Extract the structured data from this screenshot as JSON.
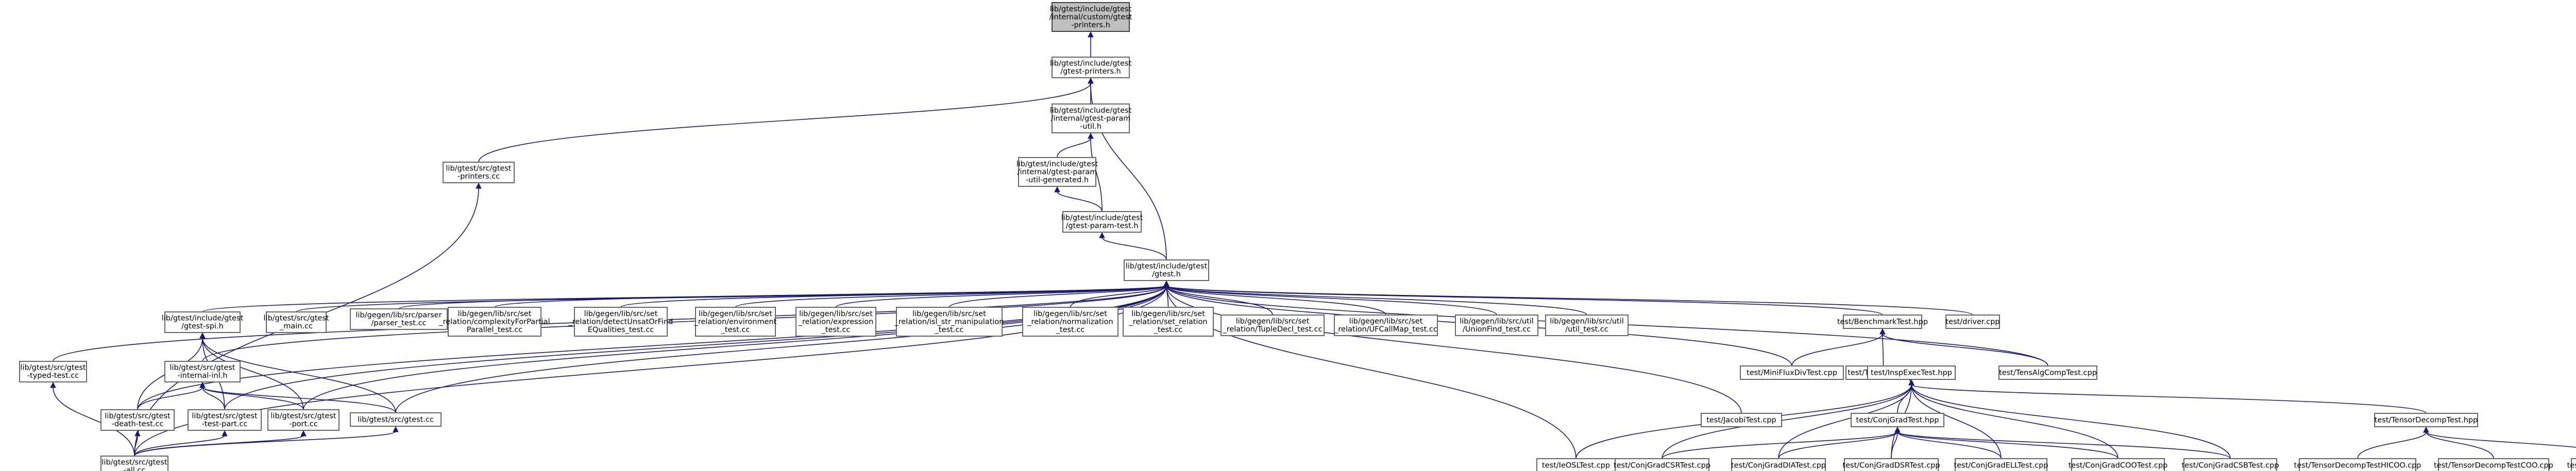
{
  "diagram": {
    "type": "include-dependency-graph",
    "colors": {
      "edge": "#191970",
      "node_border": "#666666",
      "root_fill": "#bfbfbf",
      "node_fill": "#ffffff"
    },
    "nodes": [
      {
        "id": "n0",
        "lines": [
          "lib/gtest/include/gtest",
          "/internal/custom/gtest",
          "-printers.h"
        ],
        "root": true
      },
      {
        "id": "n1",
        "lines": [
          "lib/gtest/include/gtest",
          "/gtest-printers.h"
        ]
      },
      {
        "id": "n2",
        "lines": [
          "lib/gtest/include/gtest",
          "/internal/gtest-param",
          "-util.h"
        ]
      },
      {
        "id": "n3",
        "lines": [
          "lib/gtest/src/gtest",
          "-printers.cc"
        ]
      },
      {
        "id": "n4",
        "lines": [
          "lib/gtest/include/gtest",
          "/internal/gtest-param",
          "-util-generated.h"
        ]
      },
      {
        "id": "n5",
        "lines": [
          "lib/gtest/include/gtest",
          "/gtest-param-test.h"
        ]
      },
      {
        "id": "n6",
        "lines": [
          "lib/gtest/include/gtest",
          "/gtest.h"
        ]
      },
      {
        "id": "n7",
        "lines": [
          "lib/gtest/include/gtest",
          "/gtest-spi.h"
        ]
      },
      {
        "id": "n8",
        "lines": [
          "lib/gtest/src/gtest",
          "_main.cc"
        ]
      },
      {
        "id": "n9",
        "lines": [
          "lib/gtest/src/gtest",
          "-typed-test.cc"
        ]
      },
      {
        "id": "n10",
        "lines": [
          "lib/gtest/src/gtest",
          "-internal-inl.h"
        ]
      },
      {
        "id": "n11",
        "lines": [
          "lib/gtest/src/gtest",
          "-death-test.cc"
        ]
      },
      {
        "id": "n12",
        "lines": [
          "lib/gtest/src/gtest",
          "-test-part.cc"
        ]
      },
      {
        "id": "n13",
        "lines": [
          "lib/gtest/src/gtest",
          "-port.cc"
        ]
      },
      {
        "id": "n14",
        "lines": [
          "lib/gtest/src/gtest.cc"
        ]
      },
      {
        "id": "n15",
        "lines": [
          "lib/gtest/src/gtest",
          "-all.cc"
        ]
      },
      {
        "id": "n16",
        "lines": [
          "lib/gegen/lib/src/parser",
          "/parser_test.cc"
        ]
      },
      {
        "id": "n17",
        "lines": [
          "lib/gegen/lib/src/set",
          "_relation/complexityForPartial",
          "Parallel_test.cc"
        ]
      },
      {
        "id": "n18",
        "lines": [
          "lib/gegen/lib/src/set",
          "_relation/detectUnsatOrFind",
          "EQualities_test.cc"
        ]
      },
      {
        "id": "n19",
        "lines": [
          "lib/gegen/lib/src/set",
          "_relation/environment",
          "_test.cc"
        ]
      },
      {
        "id": "n20",
        "lines": [
          "lib/gegen/lib/src/set",
          "_relation/expression",
          "_test.cc"
        ]
      },
      {
        "id": "n21",
        "lines": [
          "lib/gegen/lib/src/set",
          "_relation/isl_str_manipulation",
          "_test.cc"
        ]
      },
      {
        "id": "n22",
        "lines": [
          "lib/gegen/lib/src/set",
          "_relation/normalization",
          "_test.cc"
        ]
      },
      {
        "id": "n23",
        "lines": [
          "lib/gegen/lib/src/set",
          "_relation/set_relation",
          "_test.cc"
        ]
      },
      {
        "id": "n24",
        "lines": [
          "lib/gegen/lib/src/set",
          "_relation/TupleDecl_test.cc"
        ]
      },
      {
        "id": "n25",
        "lines": [
          "lib/gegen/lib/src/set",
          "_relation/UFCallMap_test.cc"
        ]
      },
      {
        "id": "n26",
        "lines": [
          "lib/gegen/lib/src/util",
          "/UnionFind_test.cc"
        ]
      },
      {
        "id": "n27",
        "lines": [
          "lib/gegen/lib/src/util",
          "/util_test.cc"
        ]
      },
      {
        "id": "n28",
        "lines": [
          "test/BenchmarkTest.hpp"
        ]
      },
      {
        "id": "n29",
        "lines": [
          "test/driver.cpp"
        ]
      },
      {
        "id": "n30",
        "lines": [
          "test/MiniFluxDivTest.cpp"
        ]
      },
      {
        "id": "n31",
        "lines": [
          "test/TACO_Test.cpp"
        ]
      },
      {
        "id": "n32",
        "lines": [
          "test/InspExecTest.hpp"
        ]
      },
      {
        "id": "n33",
        "lines": [
          "test/TensAlgCompTest.cpp"
        ]
      },
      {
        "id": "n34",
        "lines": [
          "test/JacobiTest.cpp"
        ]
      },
      {
        "id": "n35",
        "lines": [
          "test/ConjGradTest.hpp"
        ]
      },
      {
        "id": "n36",
        "lines": [
          "test/TensorDecompTest.hpp"
        ]
      },
      {
        "id": "n37",
        "lines": [
          "test/IeOSLTest.cpp"
        ]
      },
      {
        "id": "n38",
        "lines": [
          "test/ConjGradCSRTest.cpp"
        ]
      },
      {
        "id": "n39",
        "lines": [
          "test/ConjGradDIATest.cpp"
        ]
      },
      {
        "id": "n40",
        "lines": [
          "test/ConjGradDSRTest.cpp"
        ]
      },
      {
        "id": "n41",
        "lines": [
          "test/ConjGradELLTest.cpp"
        ]
      },
      {
        "id": "n42",
        "lines": [
          "test/ConjGradCOOTest.cpp"
        ]
      },
      {
        "id": "n43",
        "lines": [
          "test/ConjGradCSBTest.cpp"
        ]
      },
      {
        "id": "n44",
        "lines": [
          "test/TensorDecompTestHICOO.cpp"
        ]
      },
      {
        "id": "n45",
        "lines": [
          "test/TensorDecompTestCOO.cpp"
        ]
      },
      {
        "id": "n46",
        "lines": [
          "test/TensorDecompTestCSF.cpp"
        ]
      }
    ],
    "edges": [
      [
        "n1",
        "n0"
      ],
      [
        "n2",
        "n1"
      ],
      [
        "n3",
        "n1"
      ],
      [
        "n6",
        "n1"
      ],
      [
        "n4",
        "n2"
      ],
      [
        "n5",
        "n2"
      ],
      [
        "n5",
        "n4"
      ],
      [
        "n6",
        "n5"
      ],
      [
        "n7",
        "n6"
      ],
      [
        "n8",
        "n6"
      ],
      [
        "n9",
        "n6"
      ],
      [
        "n10",
        "n6"
      ],
      [
        "n11",
        "n6"
      ],
      [
        "n12",
        "n6"
      ],
      [
        "n13",
        "n6"
      ],
      [
        "n14",
        "n6"
      ],
      [
        "n15",
        "n6"
      ],
      [
        "n16",
        "n6"
      ],
      [
        "n17",
        "n6"
      ],
      [
        "n18",
        "n6"
      ],
      [
        "n19",
        "n6"
      ],
      [
        "n20",
        "n6"
      ],
      [
        "n21",
        "n6"
      ],
      [
        "n22",
        "n6"
      ],
      [
        "n23",
        "n6"
      ],
      [
        "n24",
        "n6"
      ],
      [
        "n25",
        "n6"
      ],
      [
        "n26",
        "n6"
      ],
      [
        "n27",
        "n6"
      ],
      [
        "n28",
        "n6"
      ],
      [
        "n29",
        "n6"
      ],
      [
        "n30",
        "n6"
      ],
      [
        "n33",
        "n6"
      ],
      [
        "n34",
        "n6"
      ],
      [
        "n37",
        "n6"
      ],
      [
        "n11",
        "n7"
      ],
      [
        "n12",
        "n7"
      ],
      [
        "n13",
        "n7"
      ],
      [
        "n14",
        "n7"
      ],
      [
        "n11",
        "n10"
      ],
      [
        "n12",
        "n10"
      ],
      [
        "n13",
        "n10"
      ],
      [
        "n14",
        "n10"
      ],
      [
        "n15",
        "n9"
      ],
      [
        "n15",
        "n11"
      ],
      [
        "n15",
        "n12"
      ],
      [
        "n15",
        "n13"
      ],
      [
        "n15",
        "n14"
      ],
      [
        "n15",
        "n3"
      ],
      [
        "n30",
        "n28"
      ],
      [
        "n31",
        "n28"
      ],
      [
        "n33",
        "n28"
      ],
      [
        "n31",
        "n32"
      ],
      [
        "n35",
        "n32"
      ],
      [
        "n36",
        "n32"
      ],
      [
        "n37",
        "n32"
      ],
      [
        "n38",
        "n32"
      ],
      [
        "n39",
        "n32"
      ],
      [
        "n40",
        "n32"
      ],
      [
        "n41",
        "n32"
      ],
      [
        "n42",
        "n32"
      ],
      [
        "n43",
        "n32"
      ],
      [
        "n38",
        "n35"
      ],
      [
        "n39",
        "n35"
      ],
      [
        "n40",
        "n35"
      ],
      [
        "n41",
        "n35"
      ],
      [
        "n42",
        "n35"
      ],
      [
        "n43",
        "n35"
      ],
      [
        "n44",
        "n36"
      ],
      [
        "n45",
        "n36"
      ],
      [
        "n46",
        "n36"
      ]
    ]
  }
}
